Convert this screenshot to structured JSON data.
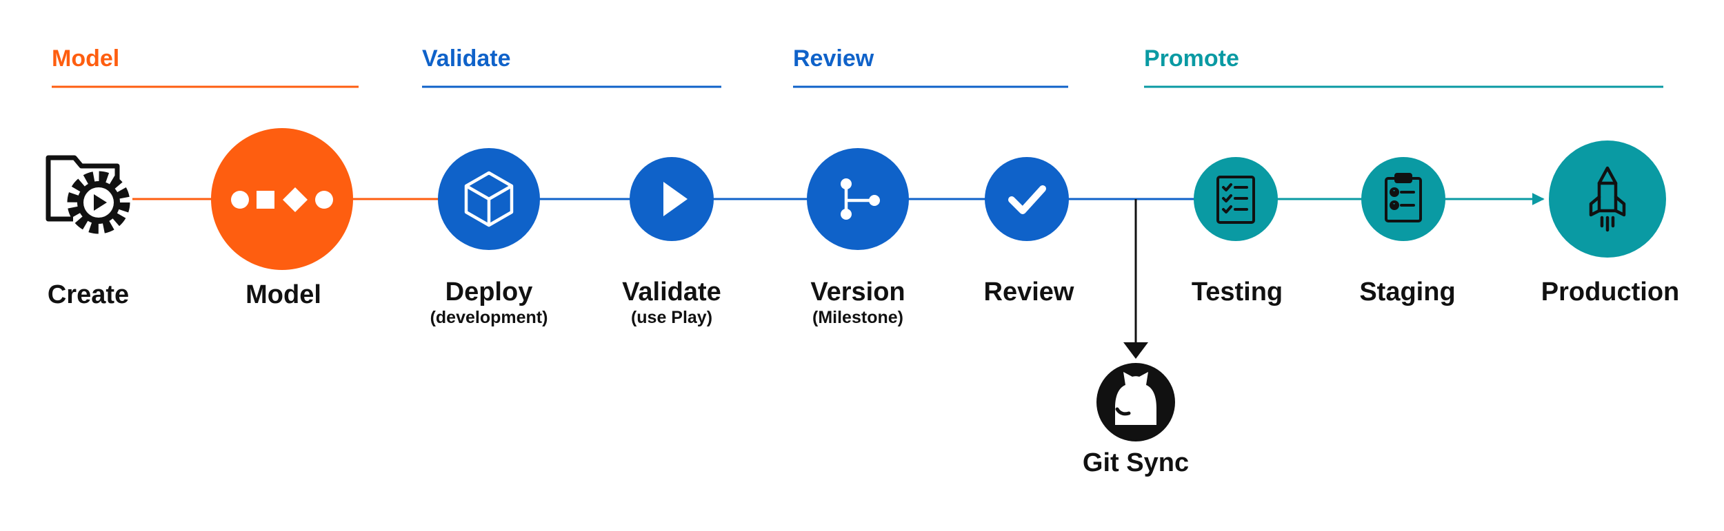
{
  "colors": {
    "orange": "#fe5e10",
    "blue": "#0f62c9",
    "teal": "#0a9aa3",
    "dark": "#111111"
  },
  "phases": [
    {
      "label": "Model",
      "color": "orange"
    },
    {
      "label": "Validate",
      "color": "blue"
    },
    {
      "label": "Review",
      "color": "blue"
    },
    {
      "label": "Promote",
      "color": "teal"
    }
  ],
  "nodes": [
    {
      "label": "Create",
      "sub": "",
      "icon": "folder-gear-play-icon"
    },
    {
      "label": "Model",
      "sub": "",
      "icon": "shapes-sequence-icon"
    },
    {
      "label": "Deploy",
      "sub": "(development)",
      "icon": "cube-icon"
    },
    {
      "label": "Validate",
      "sub": "(use Play)",
      "icon": "play-icon"
    },
    {
      "label": "Version",
      "sub": "(Milestone)",
      "icon": "branch-icon"
    },
    {
      "label": "Review",
      "sub": "",
      "icon": "checkmark-icon"
    },
    {
      "label": "Testing",
      "sub": "",
      "icon": "checklist-icon"
    },
    {
      "label": "Staging",
      "sub": "",
      "icon": "clipboard-check-icon"
    },
    {
      "label": "Production",
      "sub": "",
      "icon": "rocket-icon"
    }
  ],
  "branch": {
    "label": "Git Sync",
    "icon": "github-icon"
  }
}
